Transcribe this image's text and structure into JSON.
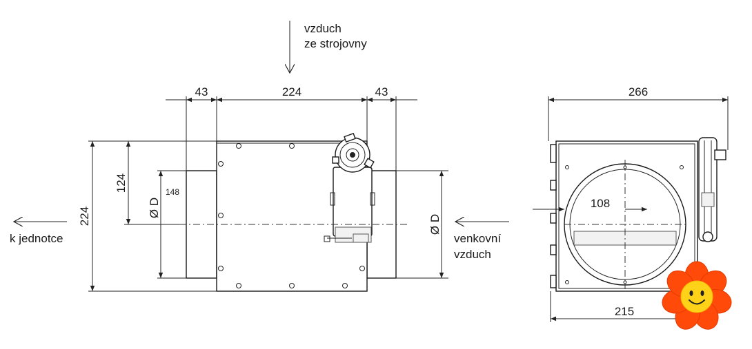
{
  "labels": {
    "air_from_plant_room_1": "vzduch",
    "air_from_plant_room_2": "ze strojovny",
    "to_unit": "k jednotce",
    "outdoor_air_1": "venkovní",
    "outdoor_air_2": "vzduch",
    "diameter_left": "Ø D",
    "diameter_right": "Ø D"
  },
  "dimensions": {
    "left_collar": "43",
    "body_width": "224",
    "right_collar": "43",
    "overall_height": "224",
    "spigot_offset": "124",
    "spigot_height": "148",
    "side_width": "266",
    "blade_radius": "108",
    "side_base": "215"
  },
  "colors": {
    "line": "#1a1a1a",
    "badge_petals": "#ff4a0a",
    "badge_face": "#ffd21a"
  },
  "icons": {
    "badge": "smiley-flower-icon"
  }
}
